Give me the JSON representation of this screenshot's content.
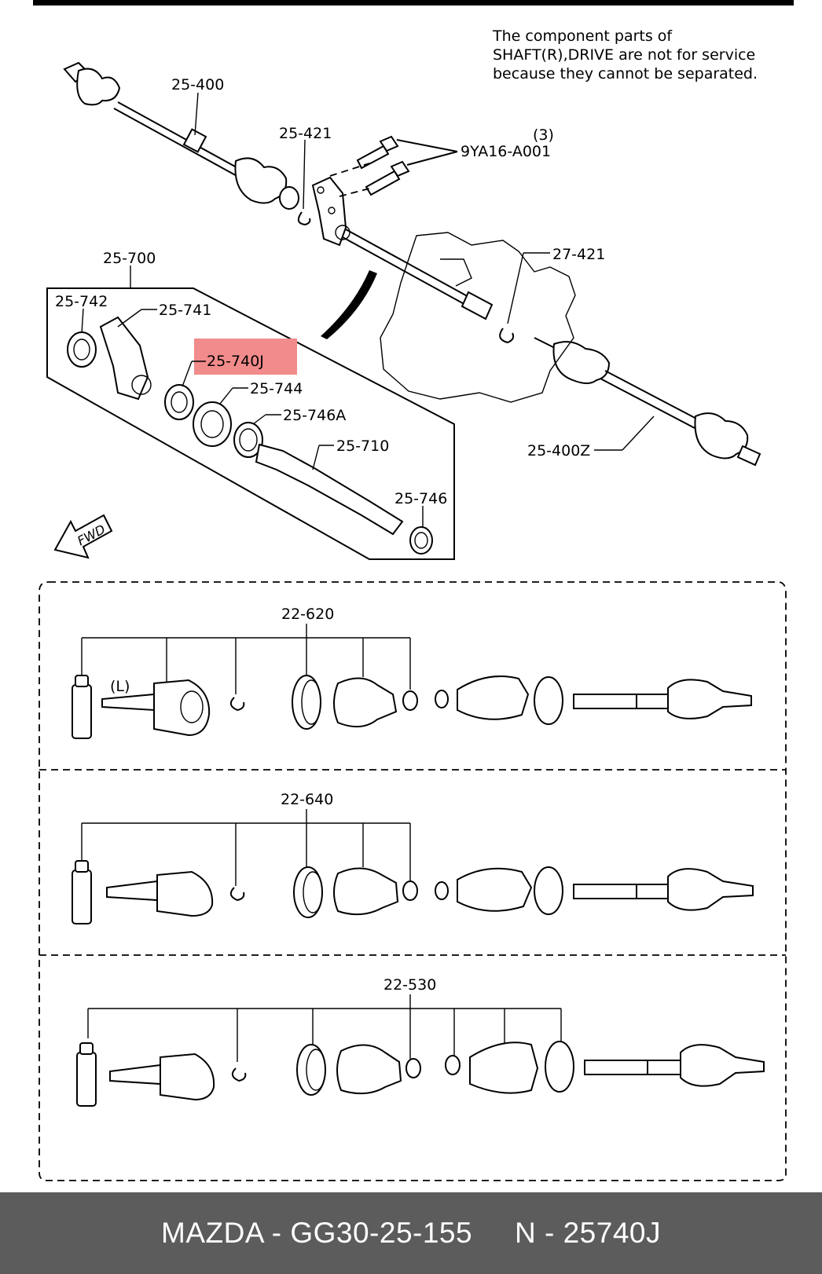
{
  "note": {
    "line1": "The component parts of",
    "line2": "SHAFT(R),DRIVE are not for service",
    "line3": "because they cannot be separated."
  },
  "callouts": {
    "c25_400": "25-400",
    "c25_421": "25-421",
    "c_qty": "(3)",
    "c9YA16": "9YA16-A001",
    "c27_421": "27-421",
    "c25_700": "25-700",
    "c25_742": "25-742",
    "c25_741": "25-741",
    "c25_740J": "25-740J",
    "c25_744": "25-744",
    "c25_746A": "25-746A",
    "c25_710": "25-710",
    "c25_746": "25-746",
    "c25_400Z": "25-400Z",
    "fwd": "FWD",
    "left_mark": "(L)",
    "c22_620": "22-620",
    "c22_640": "22-640",
    "c22_530": "22-530"
  },
  "highlight": {
    "part": "25-740J",
    "color": "#f28b8b"
  },
  "footer": {
    "brand_part": "MAZDA - GG30-25-155",
    "ref": "N - 25740J"
  }
}
